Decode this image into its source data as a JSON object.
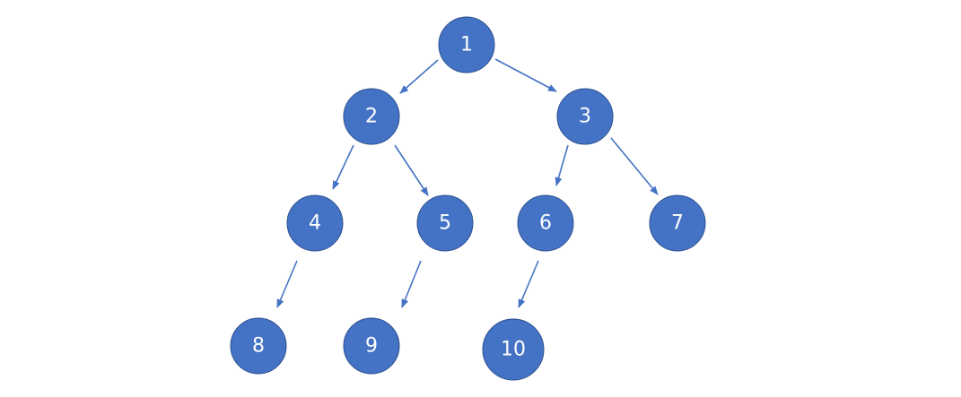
{
  "colors": {
    "node_fill": "#4472C4",
    "edge": "#4472C4",
    "label": "#FFFFFF"
  },
  "tree": {
    "nodes": [
      {
        "id": "1",
        "label": "1"
      },
      {
        "id": "2",
        "label": "2"
      },
      {
        "id": "3",
        "label": "3"
      },
      {
        "id": "4",
        "label": "4"
      },
      {
        "id": "5",
        "label": "5"
      },
      {
        "id": "6",
        "label": "6"
      },
      {
        "id": "7",
        "label": "7"
      },
      {
        "id": "8",
        "label": "8"
      },
      {
        "id": "9",
        "label": "9"
      },
      {
        "id": "10",
        "label": "10"
      }
    ],
    "edges": [
      {
        "from": "1",
        "to": "2"
      },
      {
        "from": "1",
        "to": "3"
      },
      {
        "from": "2",
        "to": "4"
      },
      {
        "from": "2",
        "to": "5"
      },
      {
        "from": "3",
        "to": "6"
      },
      {
        "from": "3",
        "to": "7"
      },
      {
        "from": "4",
        "to": "8"
      },
      {
        "from": "5",
        "to": "9"
      },
      {
        "from": "6",
        "to": "10"
      }
    ]
  }
}
